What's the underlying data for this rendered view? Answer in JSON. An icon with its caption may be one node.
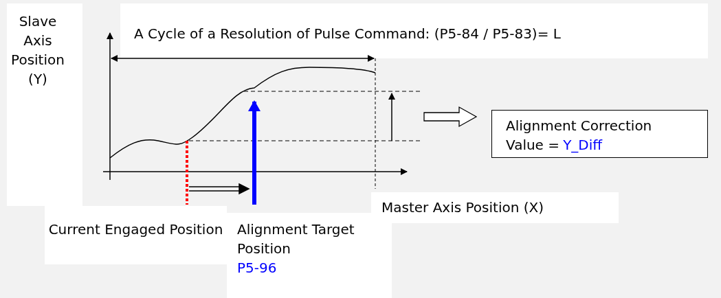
{
  "diagram": {
    "nodes": [
      {
        "text": [
          "Slave Axis Position (Y)"
        ]
      },
      {
        "text": [
          "A Cycle of a Resolution of Pulse Command: (P5-84 / P5-83)= L"
        ]
      },
      {
        "text": [
          "Alignment Correction Value =",
          "Y_Diff"
        ]
      },
      {
        "text": [
          "Master Axis Position (X)"
        ]
      },
      {
        "text": [
          "Current Engaged Position"
        ]
      },
      {
        "text": [
          "Alignment Target Position",
          "P5-96"
        ]
      },
      {
        "text": [],
        "shape": "picture"
      }
    ],
    "edges": [
      {
        "from": 6,
        "to": 2,
        "arrow": "to"
      }
    ]
  }
}
